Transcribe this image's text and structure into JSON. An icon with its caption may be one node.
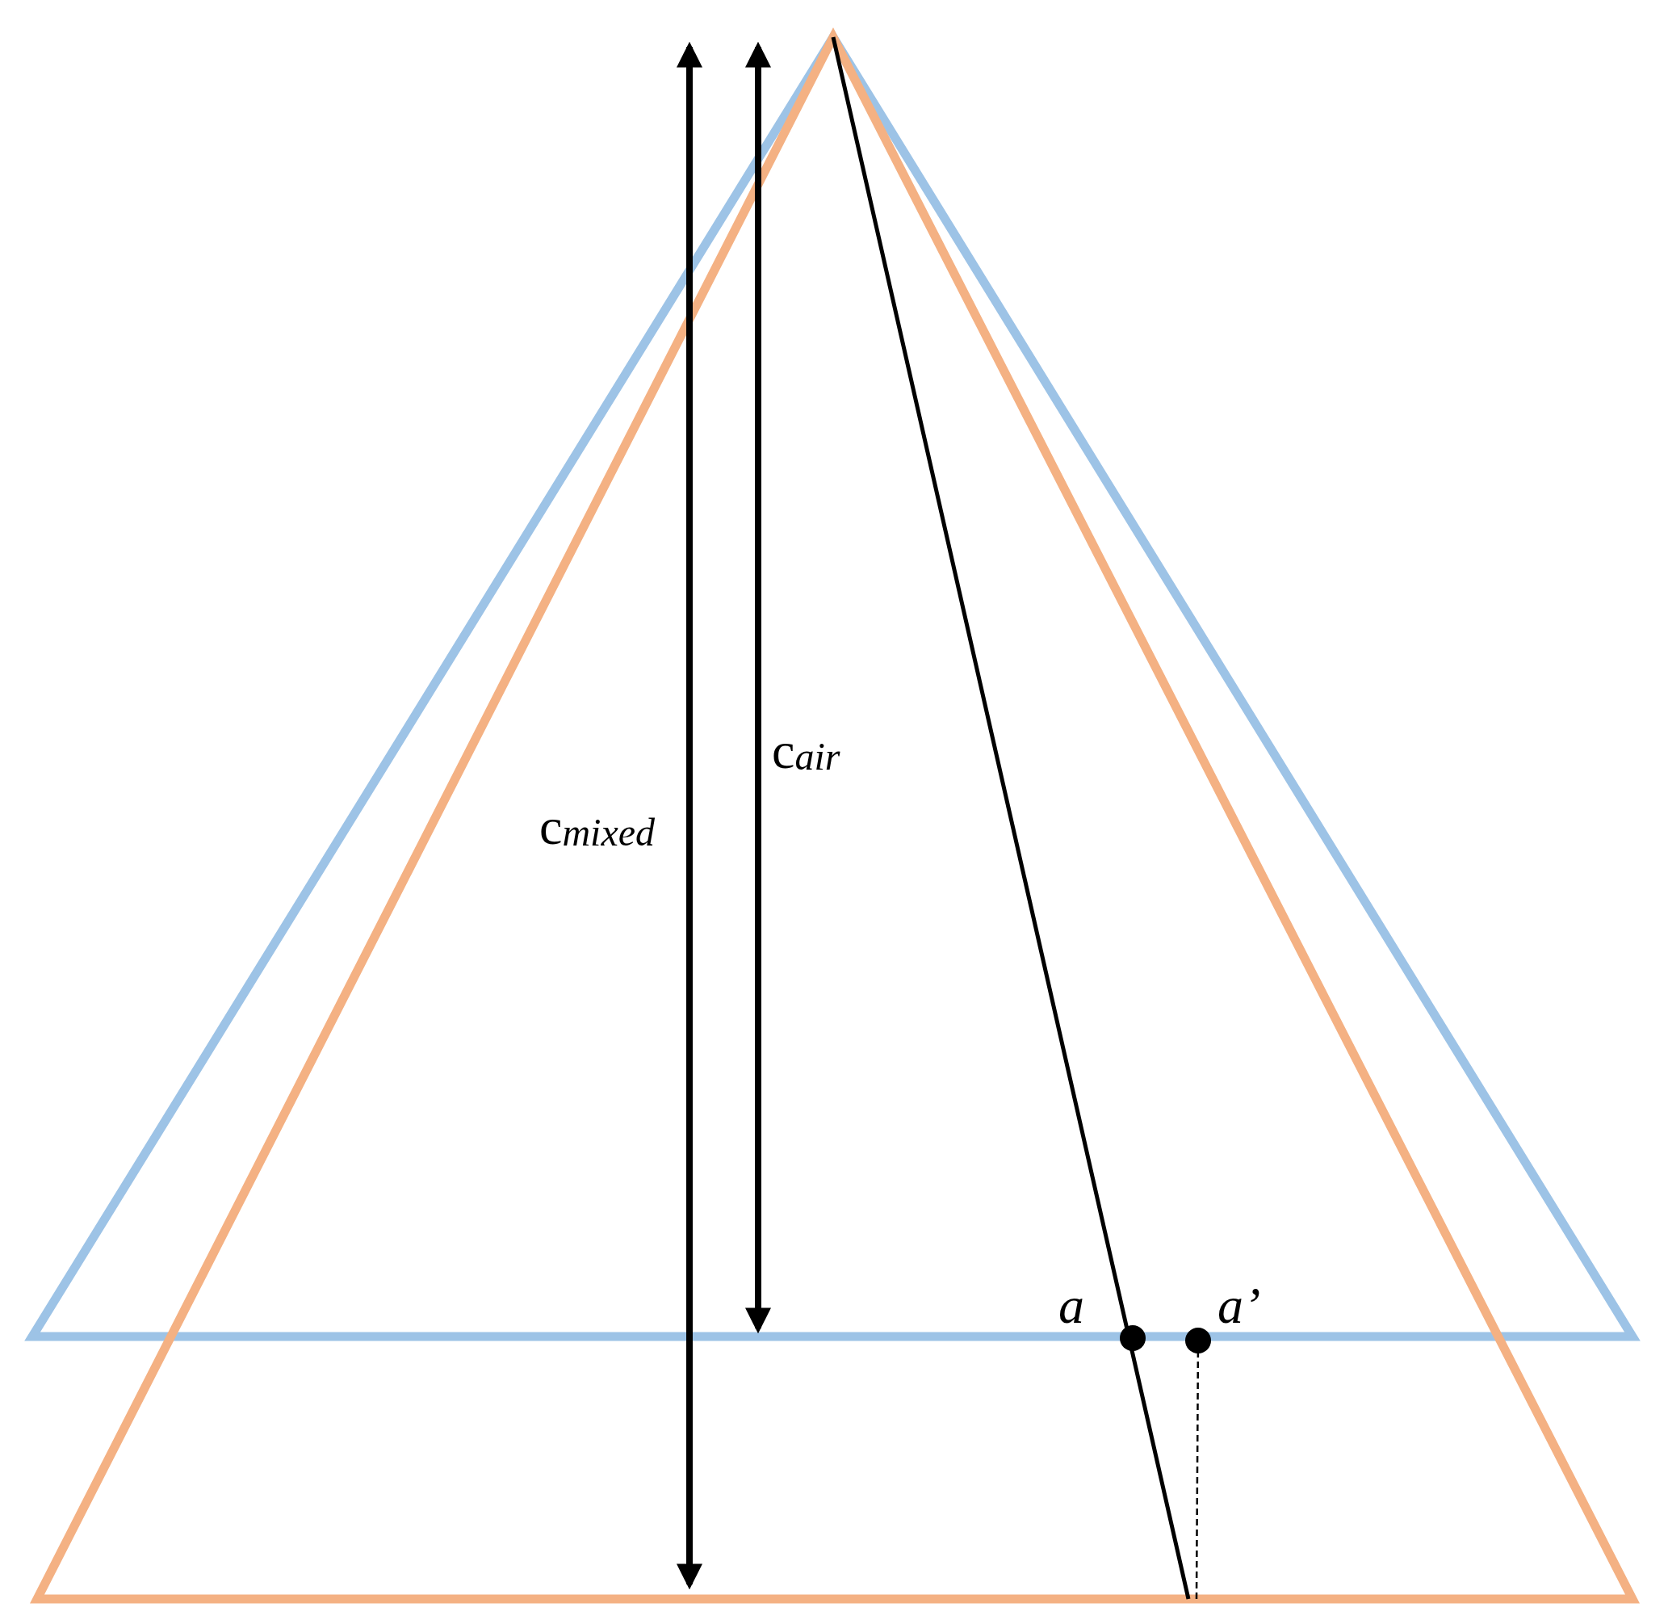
{
  "diagram": {
    "labels": [
      "c$_{mixed}$",
      "c$_{air}$",
      "a",
      "a’"
    ]
  }
}
